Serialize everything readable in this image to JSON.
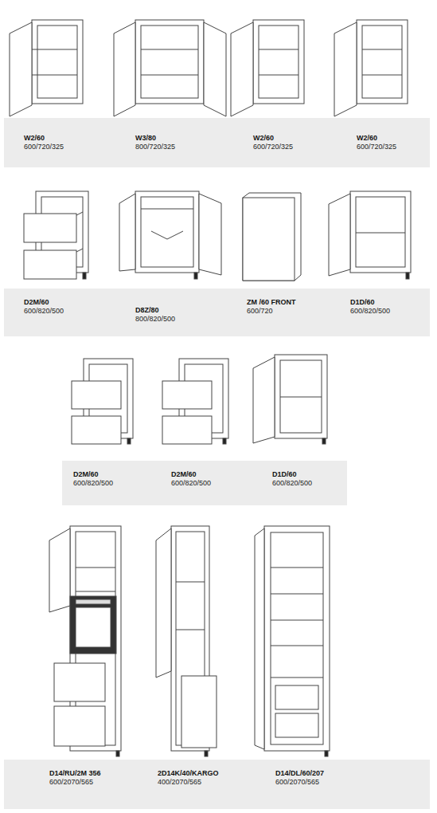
{
  "diagram": {
    "nodes": [
      {
        "text": [
          "W2/60",
          "600/720/325",
          "W3/80",
          "800/720/325",
          "W2/60",
          "600/720/325",
          "W2/60",
          "600/720/325"
        ]
      },
      {
        "text": [
          "D2M/60",
          "600/820/500",
          "D8Z/80",
          "800/820/500",
          "ZM /60 FRONT",
          "600/720",
          "D1D/60",
          "600/820/500"
        ]
      },
      {
        "text": [
          "D2M/60",
          "600/820/500",
          "D2M/60",
          "600/820/500",
          "D1D/60",
          "600/820/500"
        ]
      },
      {
        "text": [
          "D14/RU/2M 356",
          "600/2070/565",
          "2D14K/40/KARGO",
          "400/2070/565",
          "D14/DL/60/207",
          "600/2070/565"
        ]
      }
    ]
  }
}
